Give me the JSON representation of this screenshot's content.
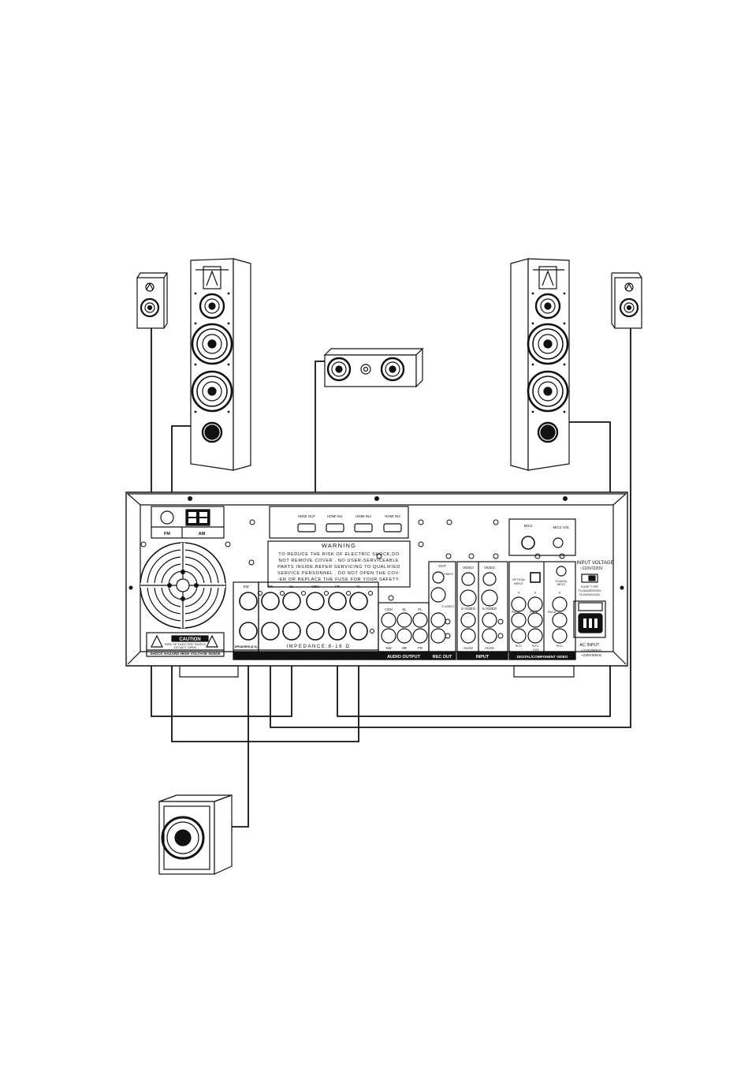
{
  "hdmi": {
    "out": "HDMI OUT",
    "in1": "HDMI IN1",
    "in2": "HDMI IN2",
    "in3": "HDMI IN3"
  },
  "tuner": {
    "fm": "FM",
    "am": "AM"
  },
  "warning": {
    "title": "WARNING",
    "lines": [
      "TO REDUCE THE RISK OF ELECTRIC SHOCK,DO",
      "NOT REMOVE COVER . NO USER-SERVICEABLE",
      "PARTS INSIDE.REFER SERVICING TO QUALIFIED",
      "SERVICE PERSONNEL . DO NOT OPEN THE COV-",
      "-ER OR REPLACE THE FUSE FOR YOUR SAFETY."
    ]
  },
  "caution": {
    "title": "CAUTION",
    "line1": "RISK OF ELECTRIC SHOCK",
    "line2": "DO NOT OPEN",
    "footer": "SHOCK HAZARD  HIGH VOLTAGE INSIDE"
  },
  "speakers": {
    "labels": [
      "SW",
      "SR",
      "SL",
      "CEN",
      "FR",
      "FL"
    ],
    "sw_footer": "SPEAKERS (8 Ω)",
    "impedance": "IMPEDANCE:8-16 Ω"
  },
  "audio_output": {
    "top": [
      "CEN",
      "SL",
      "FL"
    ],
    "bottom": [
      "SW",
      "SR",
      "FR"
    ],
    "title": "AUDIO OUTPUT"
  },
  "rec_out": {
    "out": "OUT",
    "video": "VIDEO",
    "svideo": "S-VIDEO",
    "title": "REC OUT"
  },
  "input": {
    "video": "VIDEO",
    "svideo": "S-VIDEO",
    "aux2": "AUX2",
    "aux1": "AUX1",
    "title": "INPUT"
  },
  "mic": {
    "mic2": "MIC2",
    "mic2_vol": "MIC2 VOL"
  },
  "digital": {
    "optical": "OPTICAL",
    "input": "INPUT",
    "coaxial": "COAXIAL",
    "y": "Y",
    "pbcb": "Pb/Cb",
    "prcr": "Pr/Cr",
    "dvd": "DVD",
    "title": "DIGITAL/COMPONENT VIDEO"
  },
  "power": {
    "voltage_title": "INPUT VOLTAGE",
    "voltage_options": "~110V/220V",
    "fuse": "FUSE TYPE",
    "fuse2": "T3.15A250V/220V",
    "fuse3": "T6.3A250V/110V",
    "ac_title": "AC INPUT",
    "ac1": "~110V/60Hz",
    "ac2": "~220V/50Hz"
  }
}
